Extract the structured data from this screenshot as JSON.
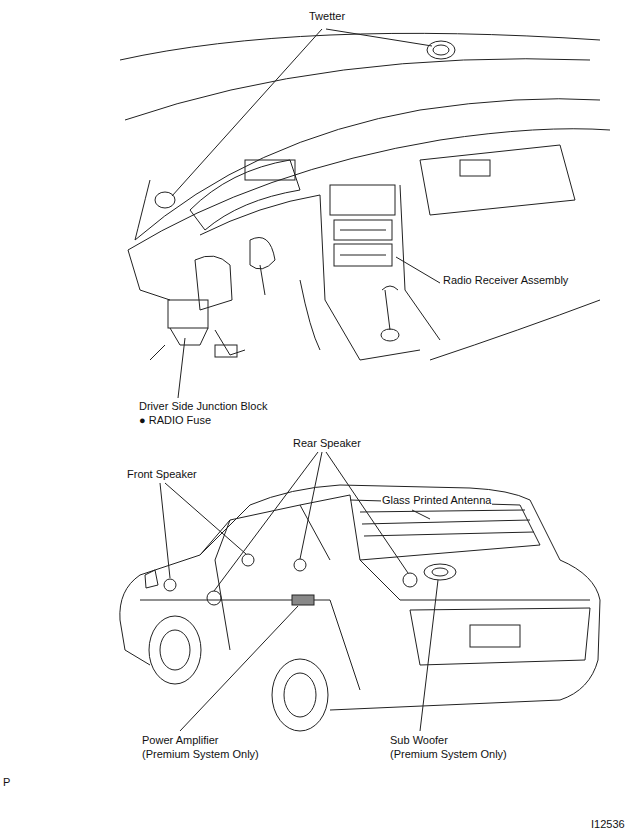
{
  "diagram": {
    "labels": [
      "Twetter",
      "Radio Receiver Assembly",
      "Driver Side Junction Block",
      "● RADIO Fuse",
      "Rear Speaker",
      "Front Speaker",
      "Glass Printed Antenna",
      "Power Amplifier",
      "(Premium System Only)",
      "Sub Woofer",
      "(Premium System Only)",
      "P",
      "I12536"
    ]
  }
}
